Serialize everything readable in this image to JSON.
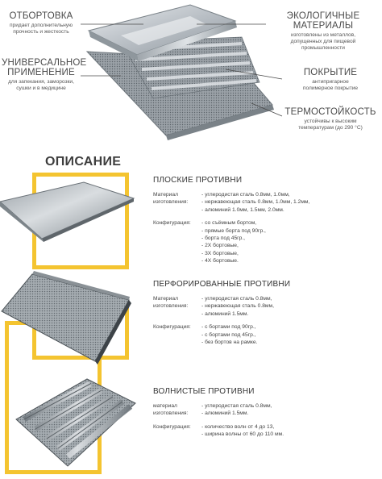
{
  "hero": {
    "features_left": [
      {
        "title": "ОТБОРТОВКА",
        "sub": [
          "придает дополнительную",
          "прочность и жесткость"
        ]
      },
      {
        "title": "УНИВЕРСАЛЬНОЕ ПРИМЕНЕНИЕ",
        "sub": [
          "для запекания, заморозки,",
          "сушки и в медицине"
        ]
      }
    ],
    "features_right": [
      {
        "title": "ЭКОЛОГИЧНЫЕ МАТЕРИАЛЫ",
        "sub": [
          "изготовлены из металлов,",
          "допущенных для пищевой",
          "промышленности"
        ]
      },
      {
        "title": "ПОКРЫТИЕ",
        "sub": [
          "антипригарное",
          "полимерное покрытие"
        ]
      },
      {
        "title": "ТЕРМОСТОЙКОСТЬ",
        "sub": [
          "устойчивы к высоким",
          "температурам (до 290 °С)"
        ]
      }
    ]
  },
  "description_title": "ОПИСАНИЕ",
  "sections": [
    {
      "title": "ПЛОСКИЕ ПРОТИВНИ",
      "material_label": "Материал изготовления:",
      "materials": [
        "- углеродистая сталь 0.8мм, 1.0мм,",
        "- нержавеющая сталь 0.8мм, 1.0мм, 1.2мм,",
        "- алюминий 1.0мм, 1.5мм, 2.0мм."
      ],
      "config_label": "Конфигурация:",
      "configs": [
        "- со съёмным бортом,",
        "- прямые борта под 90гр.,",
        "- борта под 45гр.,",
        "- 2Х бортовые,",
        "- 3Х бортовые,",
        "- 4Х бортовые."
      ]
    },
    {
      "title": "ПЕРФОРИРОВАННЫЕ ПРОТИВНИ",
      "material_label": "Материал изготовления:",
      "materials": [
        "- углеродистая сталь 0.8мм,",
        "- нержавеющая сталь 0.8мм,",
        "- алюминий 1.5мм."
      ],
      "config_label": "Конфигурация:",
      "configs": [
        "- с бортами под 90гр.,",
        "- с бортами под 45гр.,",
        "- без бортов на рамке."
      ]
    },
    {
      "title": "ВОЛНИСТЫЕ ПРОТИВНИ",
      "material_label": "материал изготовления:",
      "materials": [
        "- углеродистая сталь 0.8мм,",
        "- алюминий 1.5мм."
      ],
      "config_label": "Конфигурация:",
      "configs": [
        "- количество волн от 4 до 13,",
        "- ширина волны от 60 до 110 мм."
      ]
    }
  ],
  "colors": {
    "accent_frame": "#f4c430",
    "text": "#3a3a3a"
  }
}
